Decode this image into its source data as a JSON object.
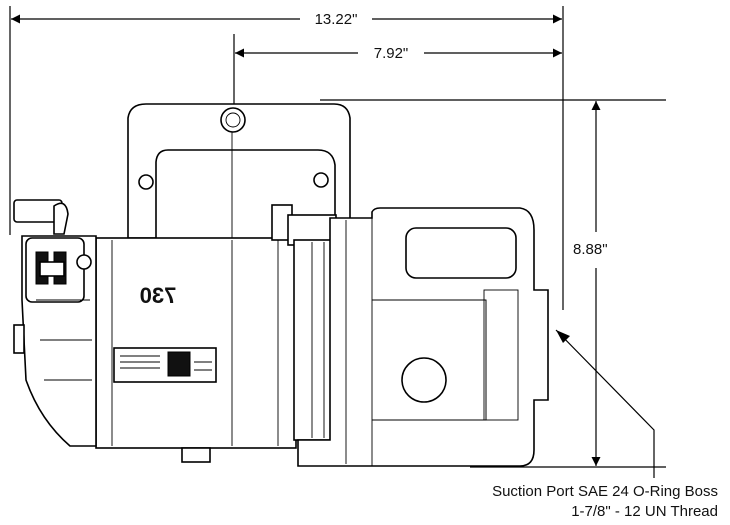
{
  "dimensions": {
    "overall_length": "13.22\"",
    "partial_length": "7.92\"",
    "height": "8.88\""
  },
  "model_marking": "730",
  "callout": {
    "line1": "Suction Port SAE 24 O-Ring Boss",
    "line2": "1-7/8\" - 12 UN Thread"
  }
}
